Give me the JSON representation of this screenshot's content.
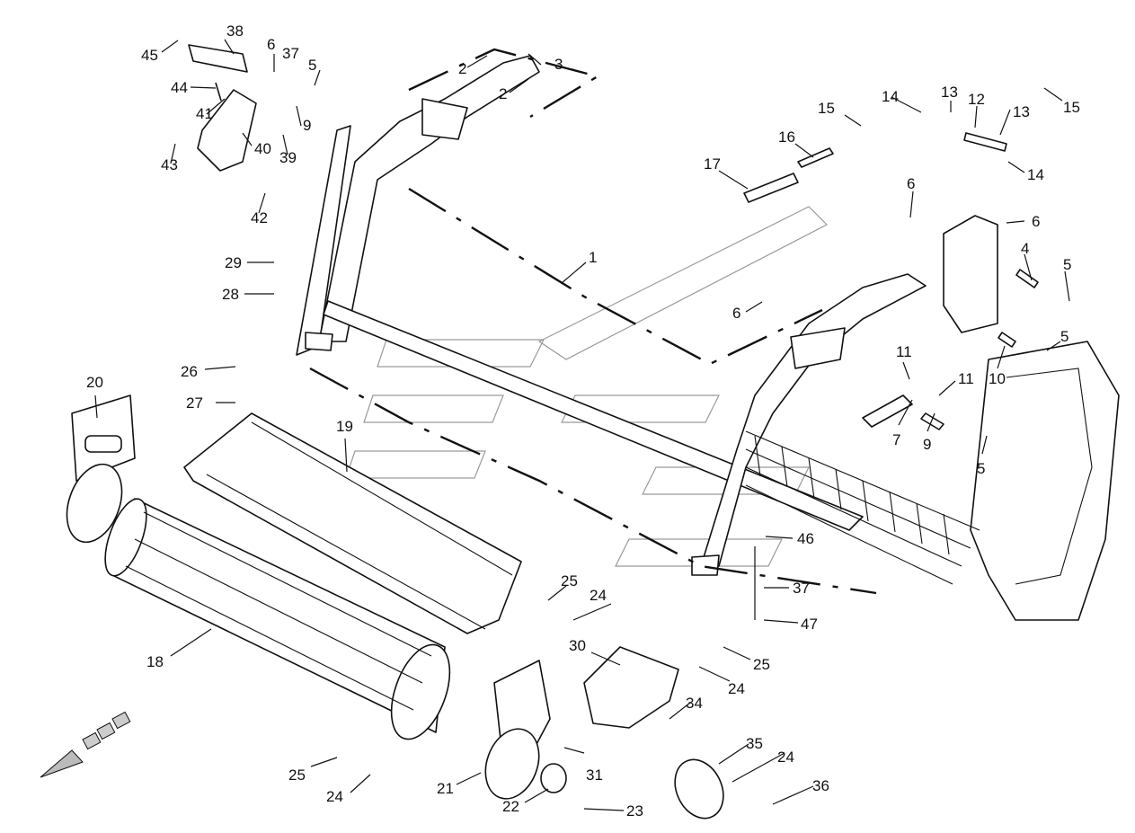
{
  "diagram": {
    "type": "exploded-parts-view",
    "callouts": [
      "1",
      "2",
      "2",
      "3",
      "4",
      "5",
      "5",
      "5",
      "5",
      "6",
      "6",
      "6",
      "6",
      "7",
      "9",
      "9",
      "10",
      "11",
      "11",
      "12",
      "13",
      "13",
      "14",
      "14",
      "15",
      "15",
      "16",
      "17",
      "18",
      "19",
      "20",
      "21",
      "22",
      "23",
      "24",
      "24",
      "24",
      "24",
      "25",
      "25",
      "25",
      "26",
      "27",
      "28",
      "29",
      "30",
      "31",
      "34",
      "35",
      "36",
      "37",
      "37",
      "38",
      "39",
      "40",
      "41",
      "42",
      "43",
      "44",
      "45",
      "46",
      "47"
    ]
  },
  "colors": {
    "line": "#111111",
    "background": "#ffffff",
    "watermark": "#9a9a9a"
  },
  "icons": {
    "direction_arrow": "travel-direction-arrow-icon",
    "watermark": "logo-watermark"
  }
}
